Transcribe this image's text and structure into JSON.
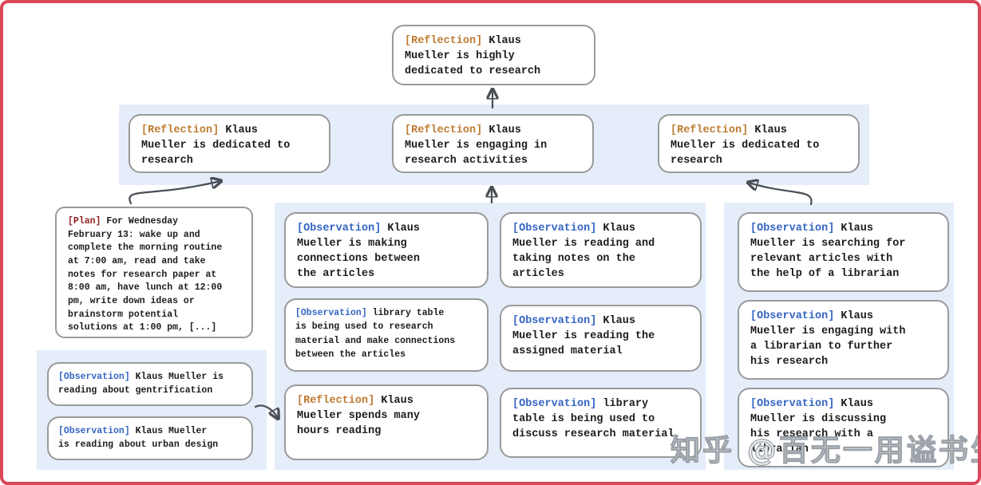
{
  "watermark": "知乎 @百无一用谥书生",
  "colors": {
    "frame": "#d84859",
    "band": "#e4edf9",
    "reflection": "#bf7b32",
    "observation": "#3465c4",
    "plan": "#8e1f1f",
    "arrow": "#4a4f55"
  },
  "nodes": {
    "root": {
      "tag": "[Reflection]",
      "text": " Klaus\nMueller is highly\ndedicated to research"
    },
    "l2_left": {
      "tag": "[Reflection]",
      "text": " Klaus\nMueller is dedicated to\nresearch"
    },
    "l2_mid": {
      "tag": "[Reflection]",
      "text": " Klaus\nMueller is engaging in\nresearch activities"
    },
    "l2_right": {
      "tag": "[Reflection]",
      "text": " Klaus\nMueller is dedicated to\nresearch"
    },
    "plan": {
      "tag": "[Plan]",
      "text": " For Wednesday\nFebruary 13: wake up and\ncomplete the morning routine\nat 7:00 am, read and take\nnotes for research paper at\n8:00 am, have lunch at 12:00\npm, write down ideas or\nbrainstorm potential\nsolutions at 1:00 pm, [...]"
    },
    "obs_gentrification": {
      "tag": "[Observation]",
      "text": " Klaus Mueller is\nreading about gentrification"
    },
    "obs_urban_design": {
      "tag": "[Observation]",
      "text": " Klaus Mueller\nis reading about urban design"
    },
    "obs_connections": {
      "tag": "[Observation]",
      "text": " Klaus\nMueller is making\nconnections between\nthe articles"
    },
    "obs_library_research": {
      "tag": "[Observation]",
      "text": " library table\nis being used to research\nmaterial and make connections\nbetween the articles"
    },
    "refl_hours_reading": {
      "tag": "[Reflection]",
      "text": " Klaus\nMueller spends many\nhours reading"
    },
    "obs_taking_notes": {
      "tag": "[Observation]",
      "text": " Klaus\nMueller is reading and\ntaking notes on the\narticles"
    },
    "obs_assigned_material": {
      "tag": "[Observation]",
      "text": " Klaus\nMueller is reading the\nassigned material"
    },
    "obs_library_discuss": {
      "tag": "[Observation]",
      "text": " library\ntable is being used to\ndiscuss research material"
    },
    "obs_searching_articles": {
      "tag": "[Observation]",
      "text": " Klaus\nMueller is searching for\nrelevant articles with\nthe help of a librarian"
    },
    "obs_engaging_librarian": {
      "tag": "[Observation]",
      "text": " Klaus\nMueller is engaging with\na librarian to further\nhis research"
    },
    "obs_discussing_research": {
      "tag": "[Observation]",
      "text": " Klaus\nMueller is discussing\nhis research with a\nlibrarian"
    }
  }
}
